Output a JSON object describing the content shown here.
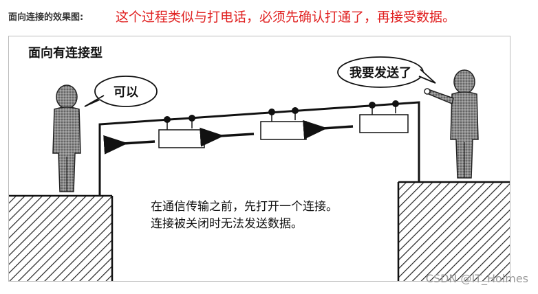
{
  "header": {
    "label": "面向连接的效果图:",
    "note": "这个过程类似与打电话，必须先确认打通了，再接受数据。"
  },
  "diagram": {
    "title": "面向有连接型",
    "receiver_bubble": "可以",
    "sender_bubble": "我要发送了",
    "caption_line1": "在通信传输之前，先打开一个连接。",
    "caption_line2": "连接被关闭时无法发送数据。"
  },
  "watermark": "CSDN @IT_Holmes",
  "colors": {
    "note": "#e02020",
    "ink": "#111111",
    "figure": "#777777"
  }
}
